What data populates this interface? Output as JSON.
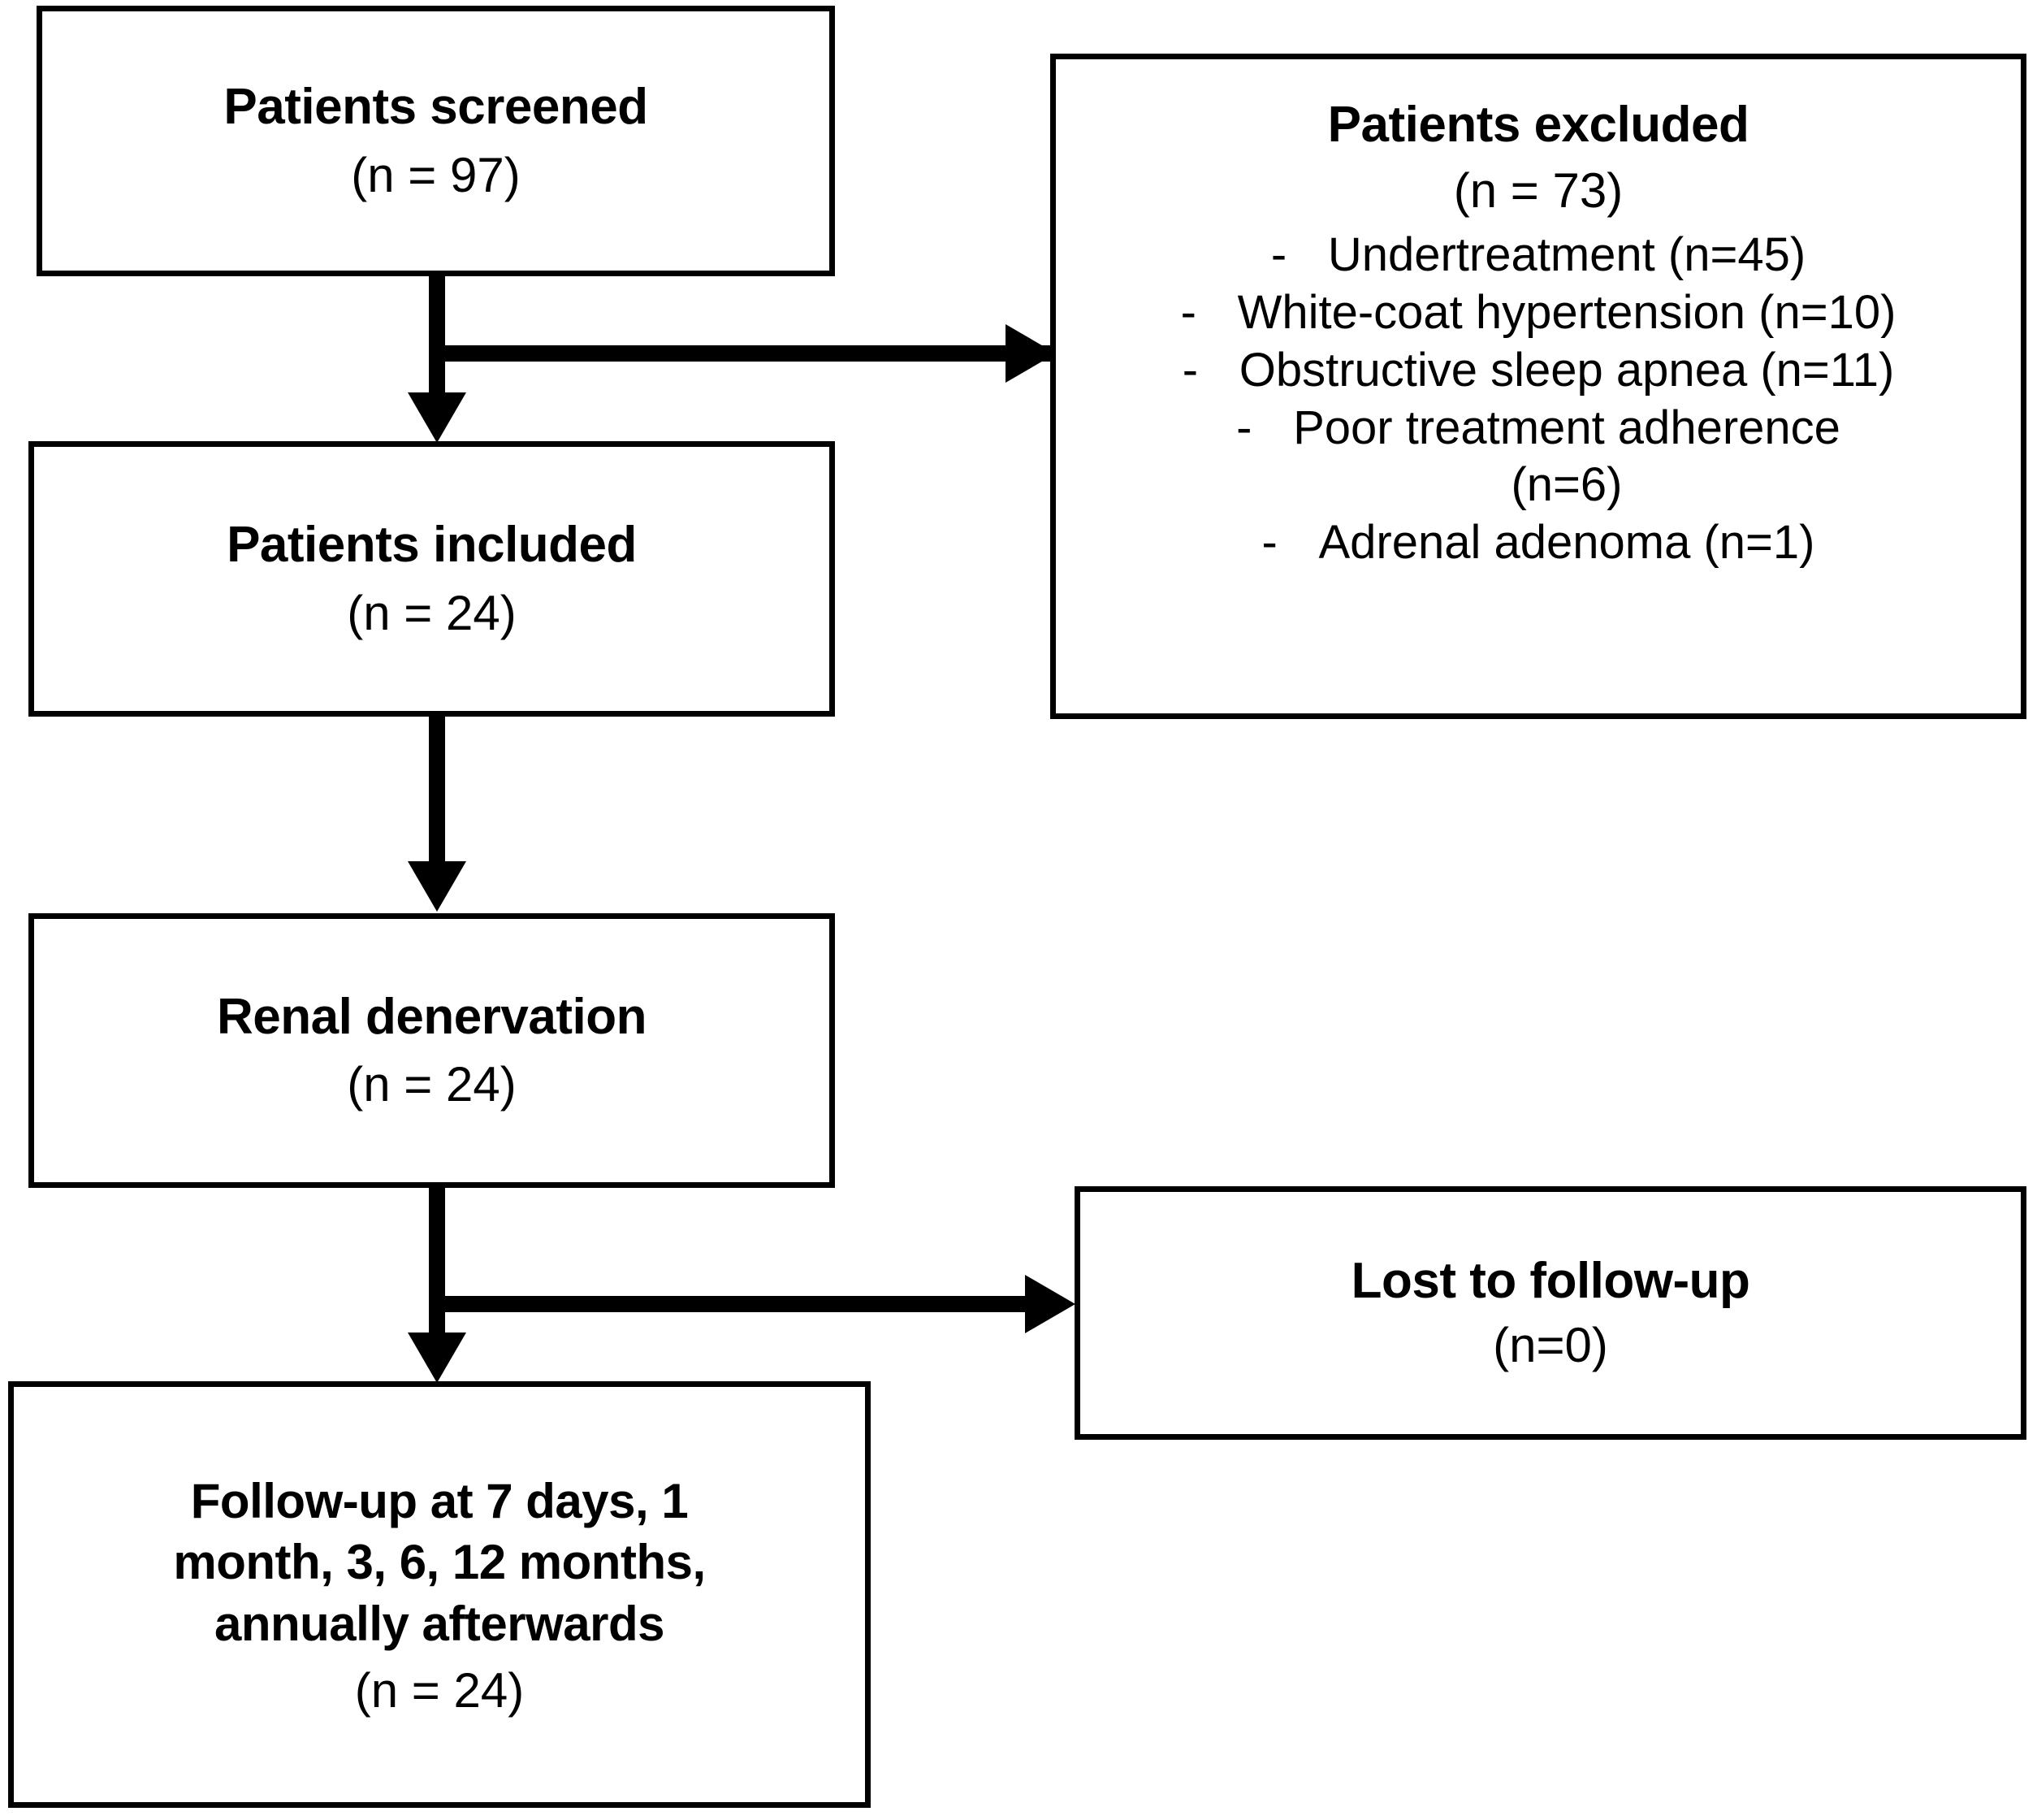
{
  "diagram": {
    "title": "Patient flow diagram",
    "type": "flowchart",
    "background_color": "#ffffff",
    "line_color": "#000000",
    "text_color": "#000000"
  },
  "nodes": {
    "screened": {
      "title": "Patients screened",
      "count": "(n = 97)"
    },
    "excluded": {
      "title": "Patients excluded",
      "count": "(n = 73)",
      "reasons": [
        {
          "bullet": "-",
          "text": "Undertreatment (n=45)"
        },
        {
          "bullet": "-",
          "text": "White-coat hypertension (n=10)"
        },
        {
          "bullet": "-",
          "text": "Obstructive sleep apnea  (n=11)"
        },
        {
          "bullet": "-",
          "text": "Poor treatment adherence\n(n=6)"
        },
        {
          "bullet": "-",
          "text": "Adrenal adenoma (n=1)"
        }
      ]
    },
    "included": {
      "title": "Patients included",
      "count": "(n = 24)"
    },
    "denervation": {
      "title": "Renal denervation",
      "count": "(n = 24)"
    },
    "lost": {
      "title": "Lost to follow-up",
      "count": "(n=0)"
    },
    "followup": {
      "title": "Follow-up at 7 days, 1\nmonth, 3, 6, 12  months,\nannually afterwards",
      "count": "(n = 24)"
    }
  },
  "connectors": [
    {
      "name": "screened-to-included",
      "kind": "arrow-down"
    },
    {
      "name": "screened-to-excluded",
      "kind": "arrow-right"
    },
    {
      "name": "included-to-denervation",
      "kind": "arrow-down"
    },
    {
      "name": "denervation-to-followup",
      "kind": "arrow-down"
    },
    {
      "name": "denervation-to-lost",
      "kind": "arrow-right"
    }
  ]
}
